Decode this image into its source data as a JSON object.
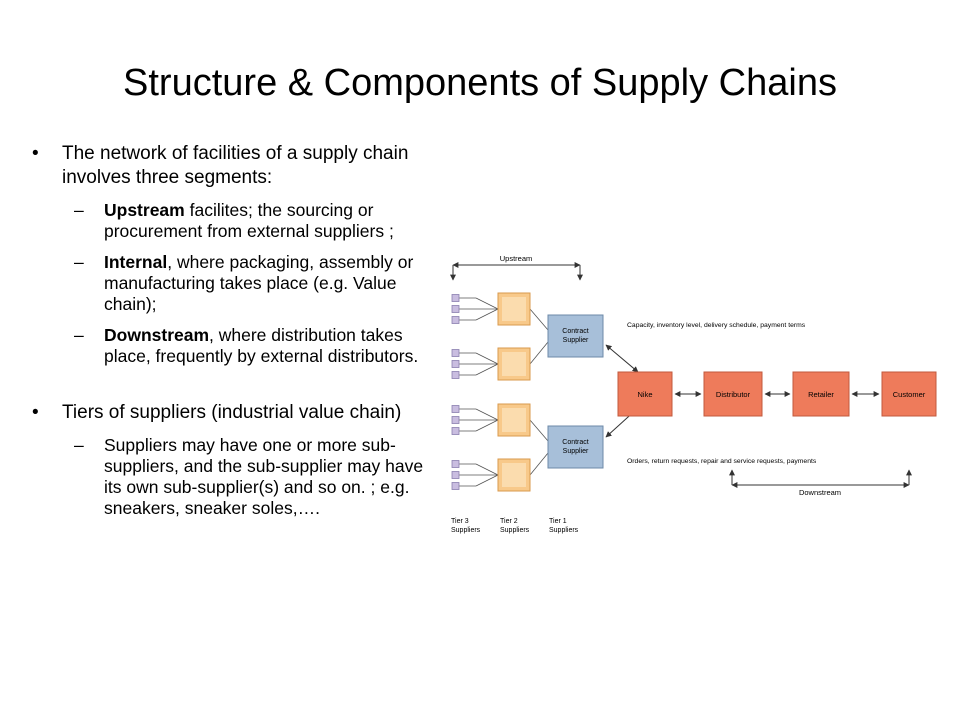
{
  "slide": {
    "title": "Structure & Components of Supply Chains"
  },
  "bullets": {
    "b1": "The network of facilities of a supply chain involves three segments:",
    "upstream_bold": "Upstream",
    "upstream_rest": " facilites;  the sourcing or procurement from external suppliers ;",
    "internal_bold": "Internal",
    "internal_rest": ", where packaging, assembly or manufacturing takes place (e.g. Value chain);",
    "downstream_bold": "Downstream",
    "downstream_rest": ", where distribution takes place, frequently by external distributors.",
    "b2": "Tiers of suppliers (industrial value chain)",
    "sub": "Suppliers may have one or more sub-suppliers, and the sub-supplier may have its own sub-supplier(s) and so on. ; e.g. sneakers, sneaker soles,…."
  },
  "diagram": {
    "upstream_label": "Upstream",
    "downstream_label": "Downstream",
    "contract_supplier_1": [
      "Contract",
      "Supplier"
    ],
    "contract_supplier_2": [
      "Contract",
      "Supplier"
    ],
    "nodes": [
      "Nike",
      "Distributor",
      "Retailer",
      "Customer"
    ],
    "top_flow_label": "Capacity, inventory level, delivery schedule, payment terms",
    "bottom_flow_label": "Orders, return requests, repair and service requests, payments",
    "tiers": [
      [
        "Tier 3",
        "Suppliers"
      ],
      [
        "Tier 2",
        "Suppliers"
      ],
      [
        "Tier 1",
        "Suppliers"
      ]
    ],
    "colors": {
      "tier3": "#c9bde0",
      "tier2": "#f8c98a",
      "tier1": "#a7bfd9",
      "main": "#ee7b5b",
      "line": "#444444"
    }
  }
}
